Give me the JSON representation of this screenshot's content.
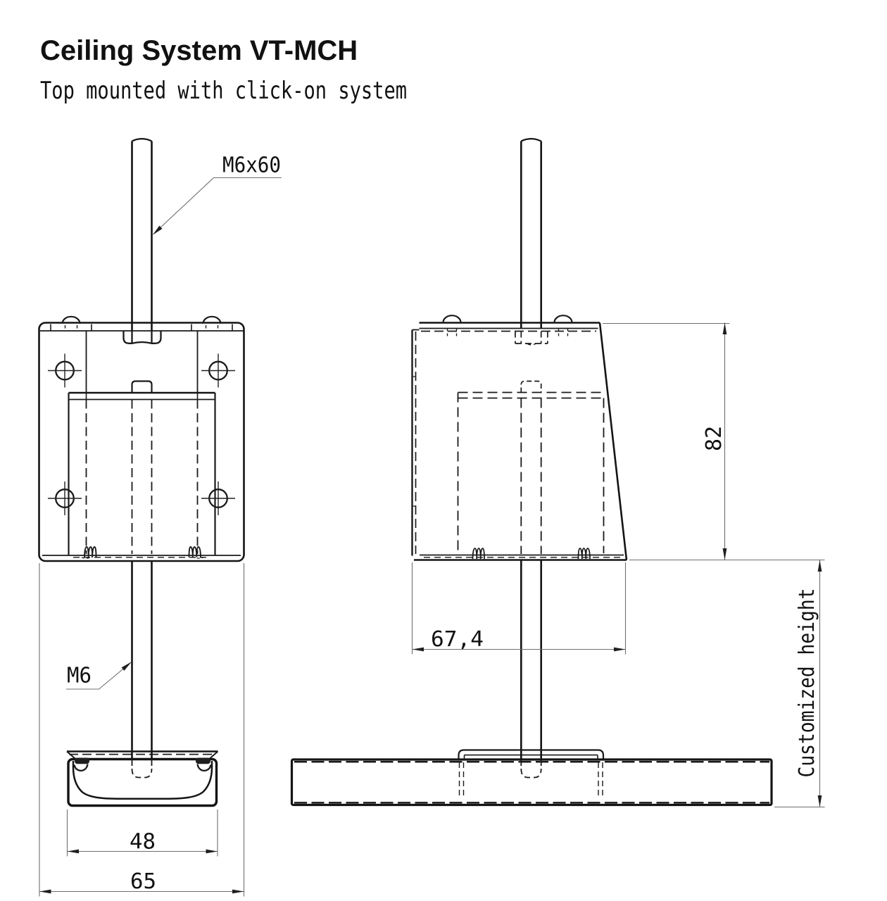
{
  "header": {
    "title": "Ceiling System VT-MCH",
    "subtitle": "Top mounted with click-on system"
  },
  "labels": {
    "top_rod": "M6x60",
    "bottom_rod": "M6"
  },
  "dimensions": {
    "front_rail_width": "48",
    "front_bracket_width": "65",
    "side_bracket_depth": "67,4",
    "side_bracket_height": "82",
    "rod_height": "Customized height"
  },
  "colors": {
    "background": "#ffffff",
    "drawing_line": "#141414",
    "dimension_line": "#6f6f6f",
    "text": "#111111"
  }
}
